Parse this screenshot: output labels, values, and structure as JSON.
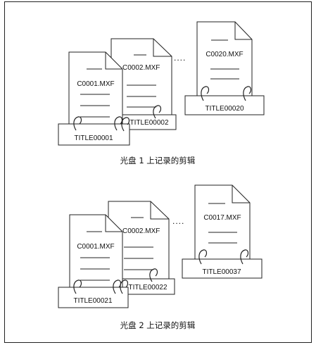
{
  "sections": [
    {
      "files": [
        "C0001.MXF",
        "C0002.MXF",
        "C0020.MXF"
      ],
      "titles": [
        "TITLE00001",
        "TITLE00002",
        "TITLE00020"
      ],
      "ellipsis": "....",
      "caption": "光盘 1 上记录的剪辑"
    },
    {
      "files": [
        "C0001.MXF",
        "C0002.MXF",
        "C0017.MXF"
      ],
      "titles": [
        "TITLE00021",
        "TITLE00022",
        "TITLE00037"
      ],
      "ellipsis": "....",
      "caption": "光盘 2 上记录的剪辑"
    }
  ]
}
